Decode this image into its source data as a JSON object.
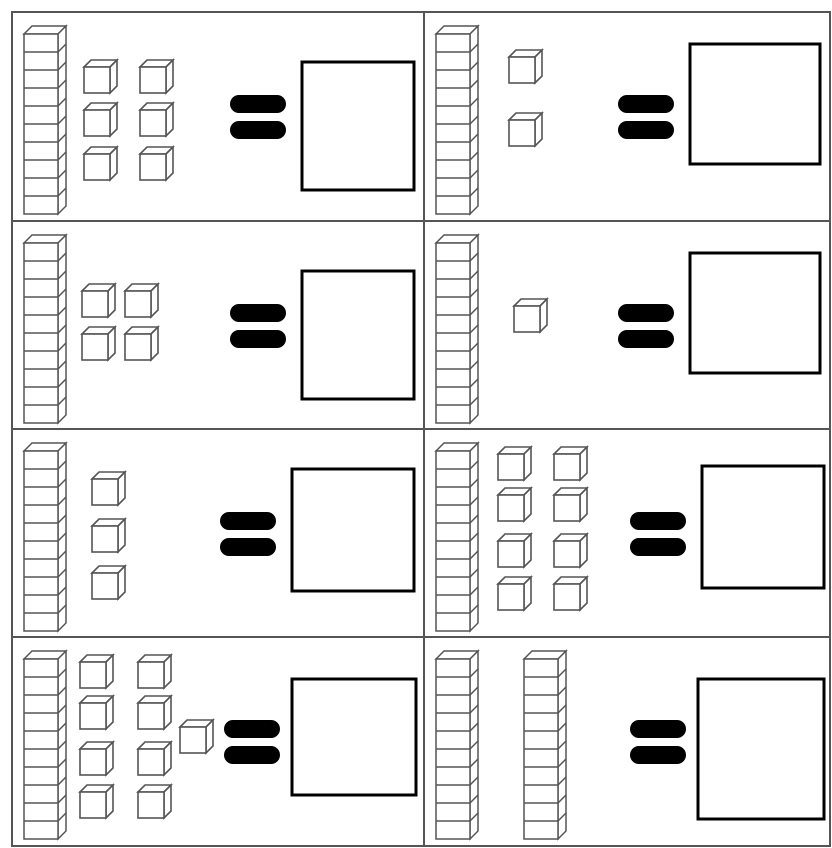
{
  "worksheet": {
    "problems": [
      {
        "tens": 1,
        "ones": 6,
        "answer": ""
      },
      {
        "tens": 1,
        "ones": 2,
        "answer": ""
      },
      {
        "tens": 1,
        "ones": 4,
        "answer": ""
      },
      {
        "tens": 1,
        "ones": 1,
        "answer": ""
      },
      {
        "tens": 1,
        "ones": 3,
        "answer": ""
      },
      {
        "tens": 1,
        "ones": 8,
        "answer": ""
      },
      {
        "tens": 1,
        "ones": 9,
        "answer": ""
      },
      {
        "tens": 2,
        "ones": 0,
        "answer": ""
      }
    ]
  }
}
